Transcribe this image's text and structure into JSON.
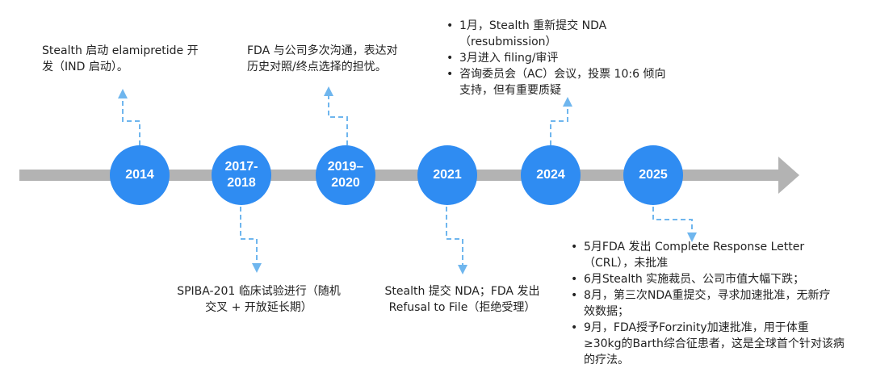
{
  "colors": {
    "node": "#2f8cf2",
    "axis": "#b3b3b3",
    "connector": "#6fb6ee"
  },
  "nodes": [
    {
      "label": "2014"
    },
    {
      "label": "2017-\n2018"
    },
    {
      "label": "2019–\n2020"
    },
    {
      "label": "2021"
    },
    {
      "label": "2024"
    },
    {
      "label": "2025"
    }
  ],
  "notes": {
    "n2014": "Stealth 启动 elamipretide 开\n发（IND 启动）。",
    "n2017": "SPIBA-201 临床试验进行（随机\n交叉 + 开放延长期）",
    "n2019": "FDA 与公司多次沟通，表达对\n历史对照/终点选择的担忧。",
    "n2021": "Stealth 提交 NDA；FDA 发出\nRefusal to File（拒绝受理）",
    "n2024": [
      "1月，Stealth 重新提交 NDA\n（resubmission）",
      "3月进入 filing/审评",
      "咨询委员会（AC）会议，投票 10:6 倾向\n支持，但有重要质疑"
    ],
    "n2025": [
      "5月FDA 发出 Complete Response Letter\n（CRL），未批准",
      "6月Stealth 实施裁员、公司市值大幅下跌；",
      "8月，第三次NDA重提交，寻求加速批准，无新疗\n效数据；",
      "9月，FDA授予Forzinity加速批准，用于体重\n≥30kg的Barth综合征患者，这是全球首个针对该病\n的疗法。"
    ]
  }
}
